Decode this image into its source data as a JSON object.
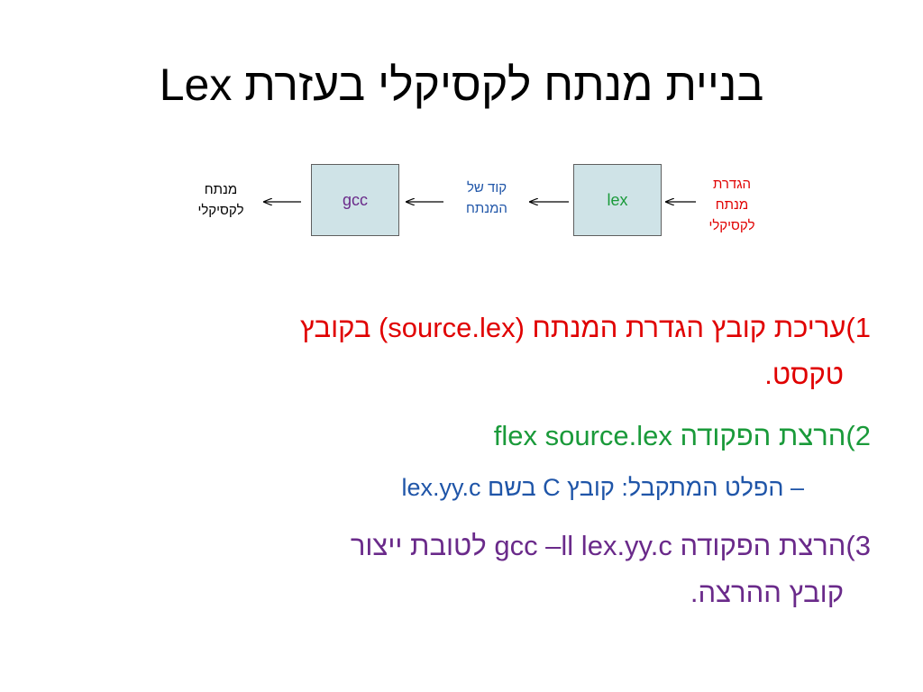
{
  "slide": {
    "title": "בניית מנתח לקסיקלי בעזרת Lex"
  },
  "diagram": {
    "def_label": [
      "הגדרת",
      "מנתח",
      "לקסיקלי"
    ],
    "lex_box": "lex",
    "code_label": [
      "קוד של",
      "המנתח"
    ],
    "gcc_box": "gcc",
    "output_label": [
      "מנתח",
      "לקסיקלי"
    ]
  },
  "bullets": {
    "b1_line1": "1)עריכת קובץ הגדרת המנתח (source.lex) בקובץ",
    "b1_line2": "טקסט.",
    "b2_line1": "2)הרצת הפקודה flex source.lex",
    "b2_sub": "– הפלט המתקבל: קובץ C בשם lex.yy.c",
    "b3_line1": "3)הרצת הפקודה gcc –ll lex.yy.c לטובת ייצור",
    "b3_line2": "קובץ ההרצה."
  },
  "colors": {
    "red": "#e00000",
    "green": "#1a9a3a",
    "blue": "#1f55a8",
    "purple": "#6a2a8a",
    "box_fill": "#cfe3e7"
  }
}
